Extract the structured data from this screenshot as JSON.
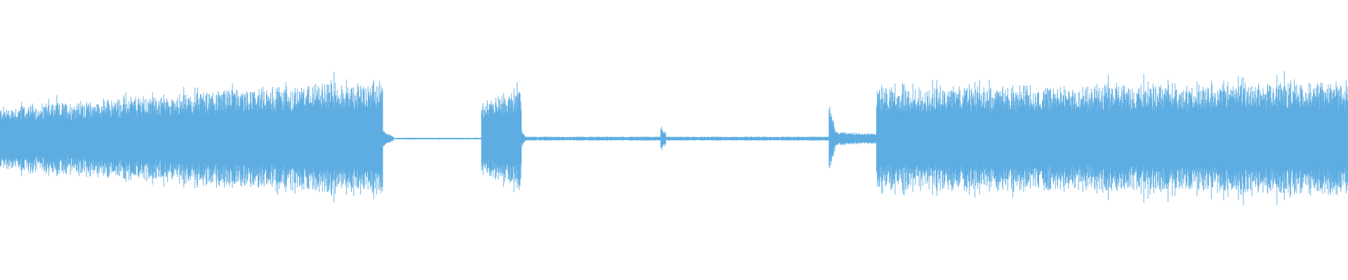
{
  "waveform": {
    "color": "#5dade2",
    "background": "#ffffff",
    "duration_fraction_segments": [
      {
        "name": "ramp-loud-section",
        "start": 0.0,
        "end": 0.284,
        "amp_start": 0.28,
        "amp_end": 0.52,
        "spiky": true
      },
      {
        "name": "decay-tail",
        "start": 0.284,
        "end": 0.292,
        "amp_start": 0.08,
        "amp_end": 0.015,
        "spiky": false
      },
      {
        "name": "silence-1",
        "start": 0.292,
        "end": 0.357,
        "amp_start": 0.008,
        "amp_end": 0.008,
        "spiky": false
      },
      {
        "name": "short-burst",
        "start": 0.357,
        "end": 0.387,
        "amp_start": 0.32,
        "amp_end": 0.45,
        "spiky": true
      },
      {
        "name": "burst-decay",
        "start": 0.387,
        "end": 0.39,
        "amp_start": 0.08,
        "amp_end": 0.015,
        "spiky": false
      },
      {
        "name": "low-hum-1",
        "start": 0.39,
        "end": 0.49,
        "amp_start": 0.018,
        "amp_end": 0.018,
        "spiky": false
      },
      {
        "name": "click",
        "start": 0.49,
        "end": 0.494,
        "amp_start": 0.13,
        "amp_end": 0.06,
        "spiky": true
      },
      {
        "name": "low-hum-2",
        "start": 0.494,
        "end": 0.615,
        "amp_start": 0.018,
        "amp_end": 0.018,
        "spiky": false
      },
      {
        "name": "onset-spike",
        "start": 0.615,
        "end": 0.62,
        "amp_start": 0.3,
        "amp_end": 0.08,
        "spiky": true
      },
      {
        "name": "pre-roll",
        "start": 0.62,
        "end": 0.65,
        "amp_start": 0.06,
        "amp_end": 0.045,
        "spiky": false
      },
      {
        "name": "sustained-loud-section",
        "start": 0.65,
        "end": 1.0,
        "amp_start": 0.44,
        "amp_end": 0.5,
        "spiky": true
      }
    ]
  }
}
